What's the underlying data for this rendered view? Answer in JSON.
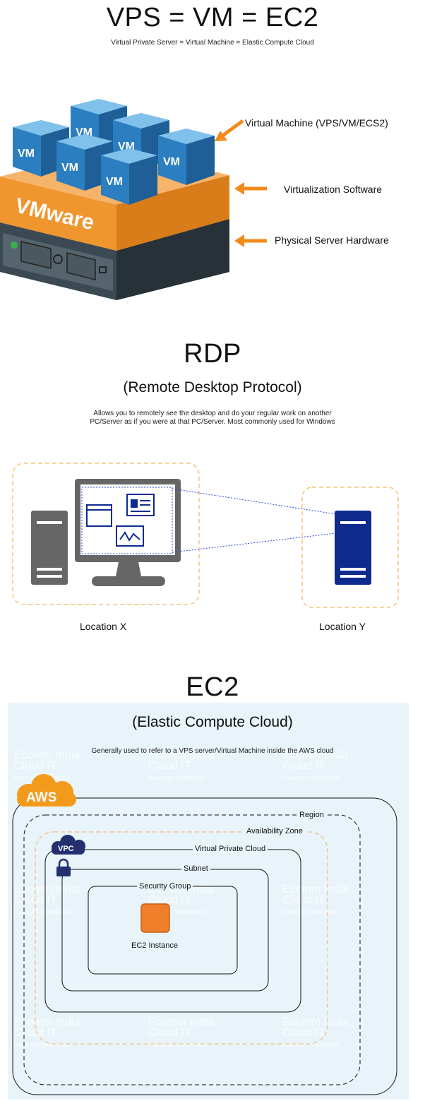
{
  "section1": {
    "title": "VPS = VM = EC2",
    "subtitle": "Virtual Private Server = Virtual Machine = Elastic Compute Cloud",
    "vm_cube_label": "VM",
    "vmware_label": "VMware",
    "labels": {
      "vm": "Virtual Machine (VPS/VM/ECS2)",
      "virtualization": "Virtualization Software",
      "hardware": "Physical Server Hardware"
    },
    "colors": {
      "cube": "#2b7fc0",
      "vmware": "#f0962e",
      "server": "#37474f",
      "arrow": "#f28a1a"
    }
  },
  "section2": {
    "title": "RDP",
    "subtitle": "(Remote Desktop Protocol)",
    "description_line1": "Allows you to remotely see the desktop and do your regular work on another",
    "description_line2": "PC/Server as if you were at that PC/Server. Most commonly used for Windows",
    "location_x": "Location X",
    "location_y": "Location Y",
    "colors": {
      "dashed_box": "#f5c47c",
      "local_device": "#666666",
      "remote_server": "#0d2b8e",
      "link": "#2b47d6"
    }
  },
  "section3": {
    "title": "EC2",
    "subtitle": "(Elastic Compute Cloud)",
    "description": "Generally used to refer to a VPS server/Virtual Machine inside the AWS cloud",
    "aws_label": "AWS",
    "vpc_label": "VPC",
    "watermark_line1": "Ecomm India",
    "watermark_line2": "Cloud IT",
    "watermark_line3": "ENABLING TOMORROW",
    "boxes": {
      "region": "Region",
      "availability_zone": "Availability Zone",
      "vpc": "Virtual Private Cloud",
      "subnet": "Subnet",
      "security_group": "Security Group",
      "instance": "EC2 Instance"
    },
    "colors": {
      "background": "#e9f4fa",
      "aws_cloud": "#f39a1d",
      "vpc_cloud": "#232f6e",
      "az_border": "#f2b15c",
      "instance": "#ef7f2a"
    }
  }
}
